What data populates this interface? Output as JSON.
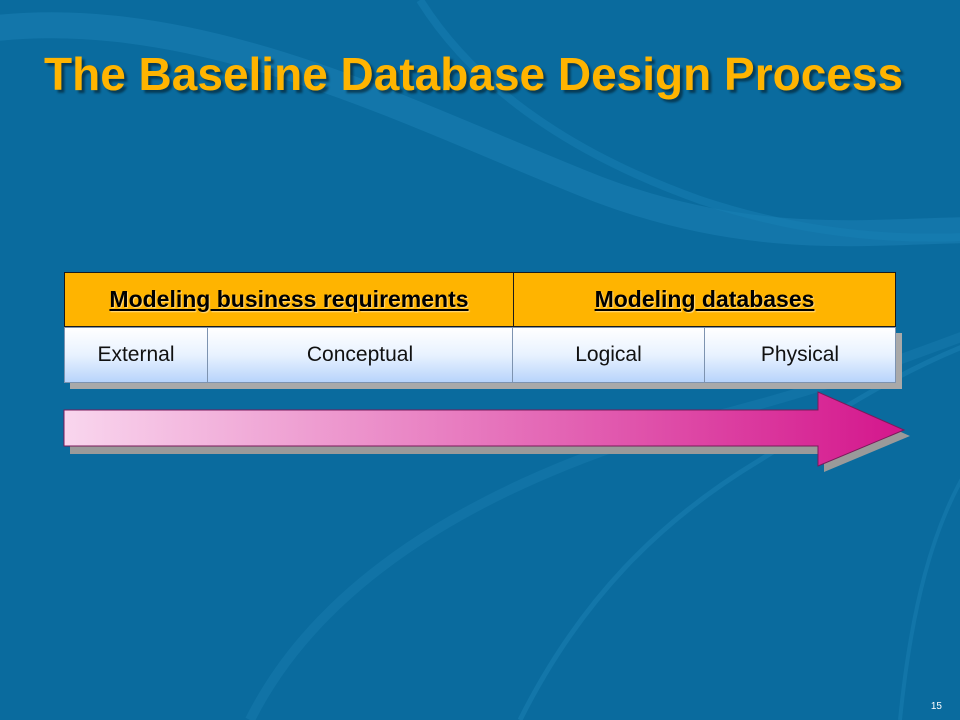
{
  "slide": {
    "title": "The Baseline Database Design Process",
    "page_number": "15",
    "colors": {
      "background": "#0a6b9e",
      "title": "#ffb400",
      "header_fill": "#ffb400",
      "arrow_start": "#f9d6ee",
      "arrow_end": "#d4168c"
    }
  },
  "diagram": {
    "headers": [
      {
        "label": "Modeling business requirements"
      },
      {
        "label": "Modeling databases"
      }
    ],
    "stages": [
      {
        "label": "External"
      },
      {
        "label": "Conceptual"
      },
      {
        "label": "Logical"
      },
      {
        "label": "Physical"
      }
    ]
  }
}
